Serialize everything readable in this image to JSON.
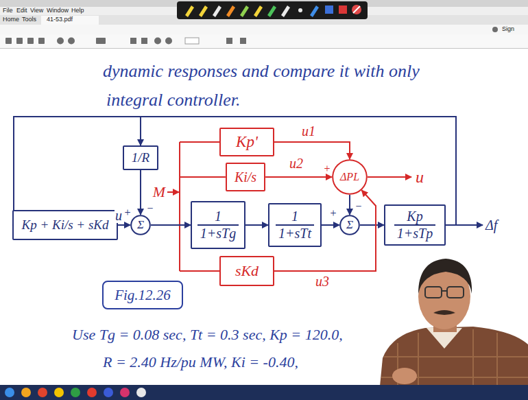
{
  "diagram": {
    "nodes": [
      {
        "text": [
          "Kp + Ki/s + sKd"
        ]
      },
      {
        "text": [
          "1/R"
        ]
      },
      {
        "text": [
          "Σ"
        ]
      },
      {
        "text": [
          "1",
          "1+sTg"
        ]
      },
      {
        "text": [
          "1",
          "1+sTt"
        ]
      },
      {
        "text": [
          "Σ"
        ]
      },
      {
        "text": [
          "Kp",
          "1+sTp"
        ]
      },
      {
        "text": [
          "Kp'"
        ]
      },
      {
        "text": [
          "Ki/s"
        ]
      },
      {
        "text": [
          "ΔPL"
        ]
      },
      {
        "text": [
          "sKd"
        ]
      },
      {
        "text": [
          "Fig.12.26"
        ]
      }
    ],
    "edges": [
      {
        "from": 0,
        "to": 2,
        "label": "u",
        "arrow": "to"
      },
      {
        "from": 1,
        "to": 2,
        "arrow": "to"
      },
      {
        "from": 2,
        "to": 3,
        "arrow": "to"
      },
      {
        "from": 3,
        "to": 4,
        "arrow": "to"
      },
      {
        "from": 4,
        "to": 5,
        "arrow": "to"
      },
      {
        "from": 5,
        "to": 6,
        "arrow": "to"
      },
      {
        "from": 6,
        "to": 0,
        "arrow": "to"
      },
      {
        "from": 6,
        "to": 1,
        "arrow": "to"
      },
      {
        "from": 7,
        "to": 9,
        "label": "u1",
        "arrow": "to"
      },
      {
        "from": 8,
        "to": 9,
        "label": "u2",
        "arrow": "to"
      },
      {
        "from": 10,
        "to": 9,
        "label": "u3",
        "arrow": "to"
      },
      {
        "from": 9,
        "to": 5,
        "arrow": "to"
      }
    ],
    "labels": [
      "File",
      "Edit",
      "View",
      "Window",
      "Help",
      "Home",
      "Tools",
      "41-53.pdf",
      "Sign",
      "dynamic responses and compare it with only",
      "integral controller.",
      "M",
      "u",
      "+",
      "−",
      "+",
      "−",
      "+",
      "Δf",
      "Use Tg = 0.08 sec, Tt = 0.3 sec, Kp = 120.0,",
      "R = 2.40 Hz/pu MW, Ki = -0.40,"
    ]
  }
}
